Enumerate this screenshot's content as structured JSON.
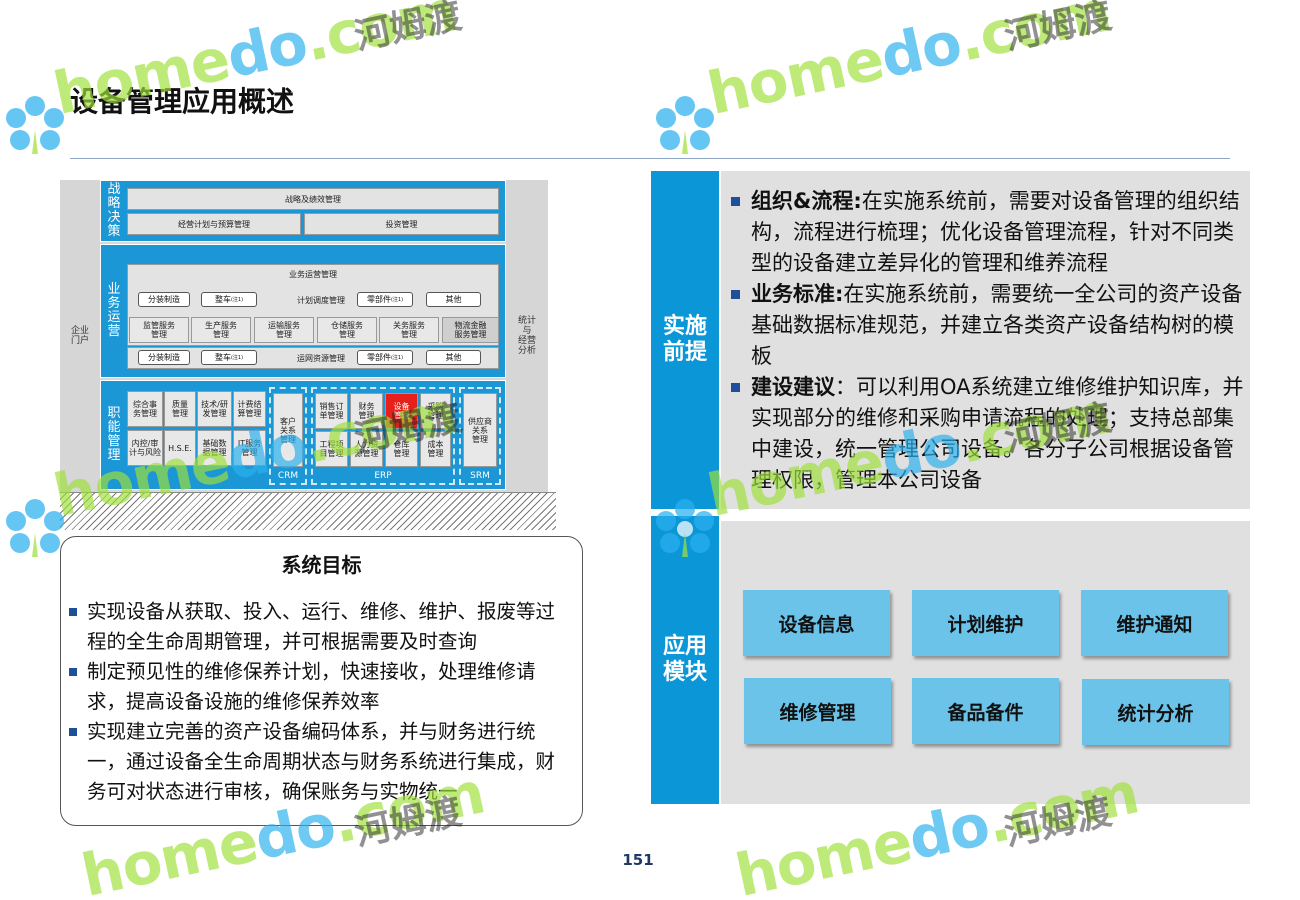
{
  "title": "设备管理应用概述",
  "architecture": {
    "left_side": "企业\n门户",
    "right_side": "统计\n与\n经营\n分析",
    "strategy": {
      "label": "战\n略\n决\n策",
      "top": "战略及绩效管理",
      "row": [
        "经营计划与预算管理",
        "投资管理"
      ]
    },
    "operations": {
      "label": "业\n务\n运\n营",
      "top": "业务运营管理",
      "row1": [
        "分装制造",
        "整车",
        "计划调度管理",
        "零部件",
        "其他"
      ],
      "row2": [
        "监管服务\n管理",
        "生产服务\n管理",
        "运输服务\n管理",
        "仓储服务\n管理",
        "关务服务\n管理",
        "物流金融\n服务管理"
      ],
      "row3": [
        "分装制造",
        "整车",
        "运网资源管理",
        "零部件",
        "其他"
      ],
      "note": "(注1)"
    },
    "functions": {
      "label": "职\n能\n管\n理",
      "grid": [
        "综合事\n务管理",
        "质量\n管理",
        "技术/研\n发管理",
        "计费结\n算管理",
        "内控/审\n计与风险",
        "H.S.E.",
        "基础数\n据管理",
        "IT服务\n管理"
      ],
      "crm_cell": "客户\n关系\n管理",
      "erp_top": [
        "销售订\n单管理",
        "财务\n管理",
        "设备\n管理",
        "采购\n管理"
      ],
      "erp_bottom": [
        "工程项\n目管理",
        "人力资\n源管理",
        "仓库\n管理",
        "成本\n管理"
      ],
      "srm_cell": "供应商\n关系\n管理",
      "groups": [
        "CRM",
        "ERP",
        "SRM"
      ]
    }
  },
  "goal": {
    "title": "系统目标",
    "items": [
      "实现设备从获取、投入、运行、维修、维护、报废等过程的全生命周期管理，并可根据需要及时查询",
      "制定预见性的维修保养计划，快速接收，处理维修请求，提高设备设施的维修保养效率",
      "实现建立完善的资产设备编码体系，并与财务进行统一，通过设备全生命周期状态与财务系统进行集成，财务可对状态进行审核，确保账务与实物统一"
    ]
  },
  "prerequisites": {
    "label": "实施\n前提",
    "items": [
      {
        "head": "组织&流程:",
        "text": "在实施系统前，需要对设备管理的组织结构，流程进行梳理；优化设备管理流程，针对不同类型的设备建立差异化的管理和维养流程"
      },
      {
        "head": "业务标准:",
        "text": "在实施系统前，需要统一全公司的资产设备基础数据标准规范，并建立各类资产设备结构树的模板"
      },
      {
        "head": "建设建议",
        "text": "：可以利用OA系统建立维修维护知识库，并实现部分的维修和采购申请流程的处理；支持总部集中建设，统一管理公司设备。各分子公司根据设备管理权限，管理本公司设备"
      }
    ]
  },
  "modules": {
    "label": "应用\n模块",
    "items": [
      "设备信息",
      "计划维护",
      "维护通知",
      "维修管理",
      "备品备件",
      "统计分析"
    ]
  },
  "page_number": "151",
  "watermark": {
    "latin_a": "home",
    "latin_b": "do",
    "latin_c": ".com",
    "cn": "河姆渡"
  }
}
